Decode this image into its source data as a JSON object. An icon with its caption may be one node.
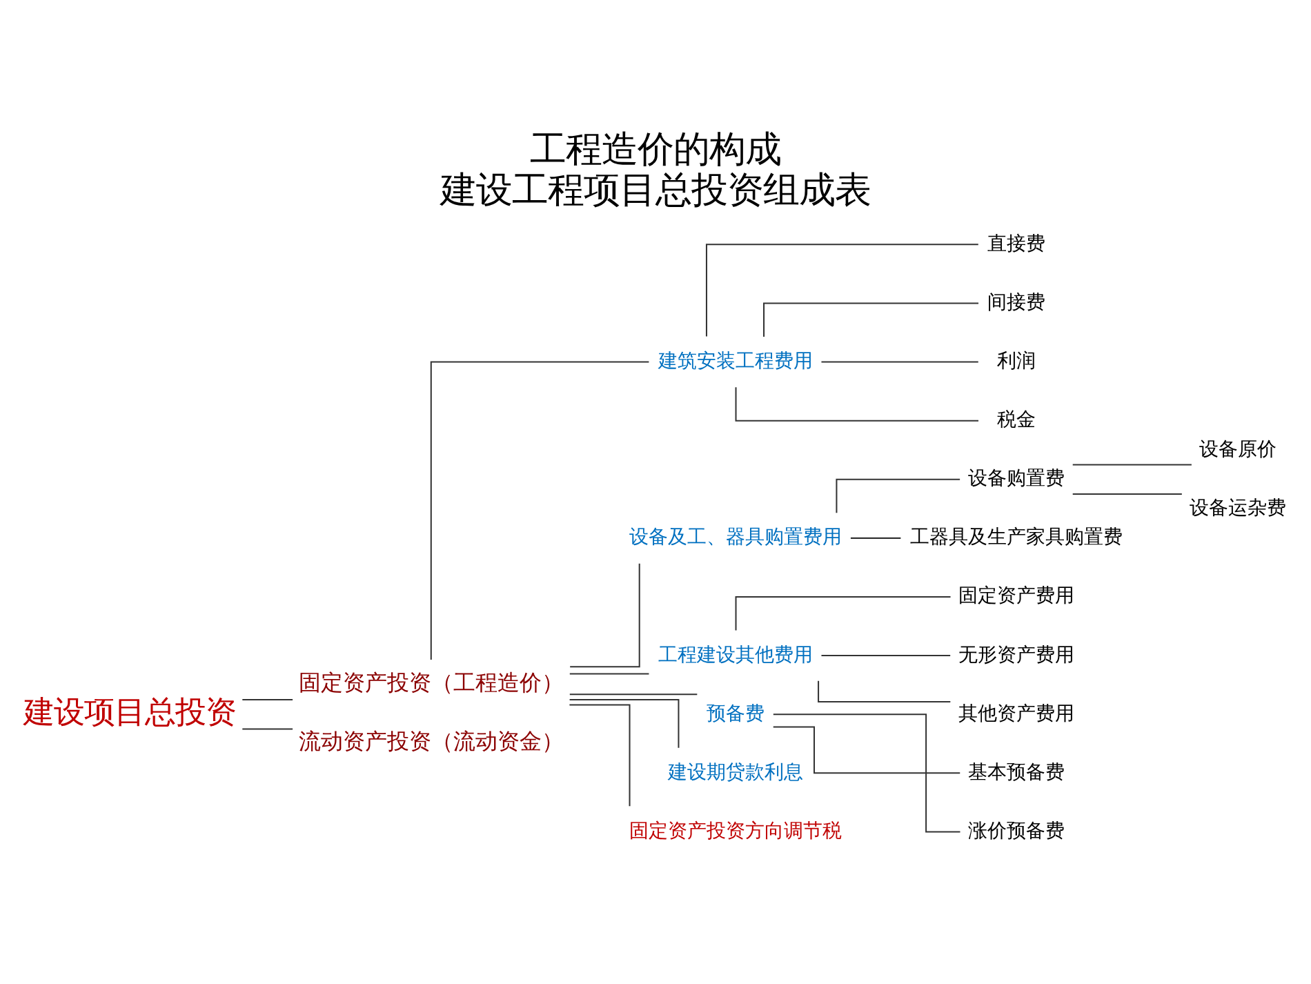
{
  "diagram": {
    "title": "工程造价的构成",
    "caption": "建设工程项目总投资组成表",
    "nodes": [
      {
        "text": [
          "建设项目总投资"
        ]
      },
      {
        "text": [
          "固定资产投资（工程造价）"
        ]
      },
      {
        "text": [
          "流动资产投资（流动资金）"
        ]
      },
      {
        "text": [
          "建筑安装工程费用"
        ]
      },
      {
        "text": [
          "直接费"
        ]
      },
      {
        "text": [
          "间接费"
        ]
      },
      {
        "text": [
          "利润"
        ]
      },
      {
        "text": [
          "税金"
        ]
      },
      {
        "text": [
          "设备及工、器具购置费用"
        ]
      },
      {
        "text": [
          "设备购置费"
        ]
      },
      {
        "text": [
          "设备原价"
        ]
      },
      {
        "text": [
          "设备运杂费"
        ]
      },
      {
        "text": [
          "工器具及生产家具购置费"
        ]
      },
      {
        "text": [
          "工程建设其他费用"
        ]
      },
      {
        "text": [
          "固定资产费用"
        ]
      },
      {
        "text": [
          "无形资产费用"
        ]
      },
      {
        "text": [
          "其他资产费用"
        ]
      },
      {
        "text": [
          "预备费"
        ]
      },
      {
        "text": [
          "基本预备费"
        ]
      },
      {
        "text": [
          "涨价预备费"
        ]
      },
      {
        "text": [
          "建设期贷款利息"
        ]
      },
      {
        "text": [
          "固定资产投资方向调节税"
        ]
      }
    ],
    "edges": [
      {
        "from": 0,
        "to": 1,
        "arrow": "none"
      },
      {
        "from": 0,
        "to": 2,
        "arrow": "none"
      },
      {
        "from": 1,
        "to": 3,
        "arrow": "none"
      },
      {
        "from": 1,
        "to": 8,
        "arrow": "none"
      },
      {
        "from": 1,
        "to": 13,
        "arrow": "none"
      },
      {
        "from": 1,
        "to": 17,
        "arrow": "none"
      },
      {
        "from": 1,
        "to": 20,
        "arrow": "none"
      },
      {
        "from": 1,
        "to": 21,
        "arrow": "none"
      },
      {
        "from": 3,
        "to": 4,
        "arrow": "none"
      },
      {
        "from": 3,
        "to": 5,
        "arrow": "none"
      },
      {
        "from": 3,
        "to": 6,
        "arrow": "none"
      },
      {
        "from": 3,
        "to": 7,
        "arrow": "none"
      },
      {
        "from": 8,
        "to": 9,
        "arrow": "none"
      },
      {
        "from": 8,
        "to": 12,
        "arrow": "none"
      },
      {
        "from": 9,
        "to": 10,
        "arrow": "none"
      },
      {
        "from": 9,
        "to": 11,
        "arrow": "none"
      },
      {
        "from": 13,
        "to": 14,
        "arrow": "none"
      },
      {
        "from": 13,
        "to": 15,
        "arrow": "none"
      },
      {
        "from": 13,
        "to": 16,
        "arrow": "none"
      },
      {
        "from": 17,
        "to": 18,
        "arrow": "none"
      },
      {
        "from": 17,
        "to": 19,
        "arrow": "none"
      }
    ]
  }
}
